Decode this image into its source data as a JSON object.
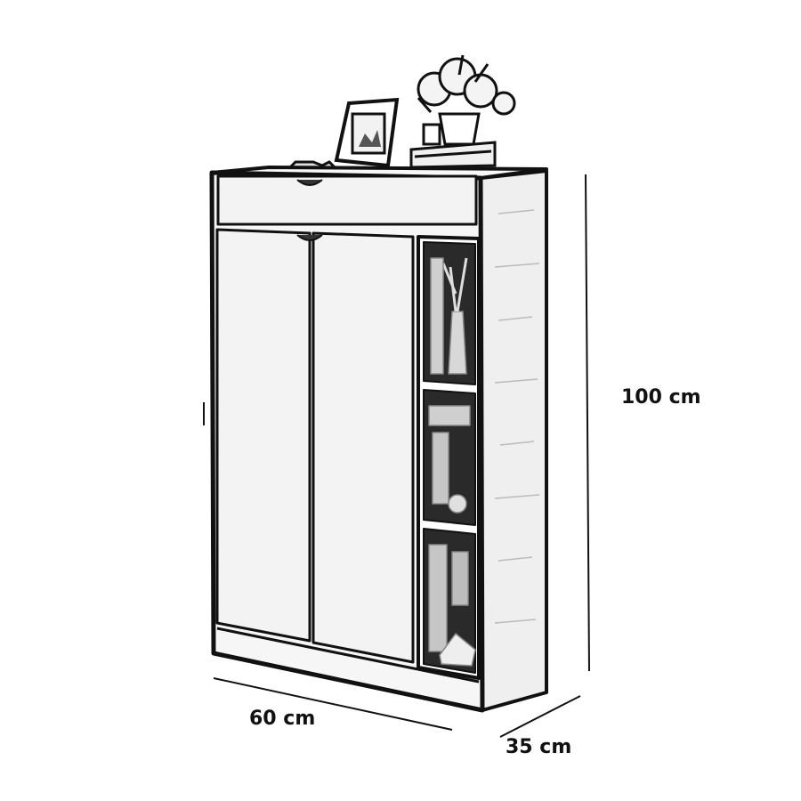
{
  "dimensions": {
    "height": "100 cm",
    "width": "60 cm",
    "depth": "35 cm"
  },
  "colors": {
    "line": "#111111",
    "panel": "#f4f4f4",
    "shade": "#e6e6e6",
    "background": "#ffffff"
  }
}
